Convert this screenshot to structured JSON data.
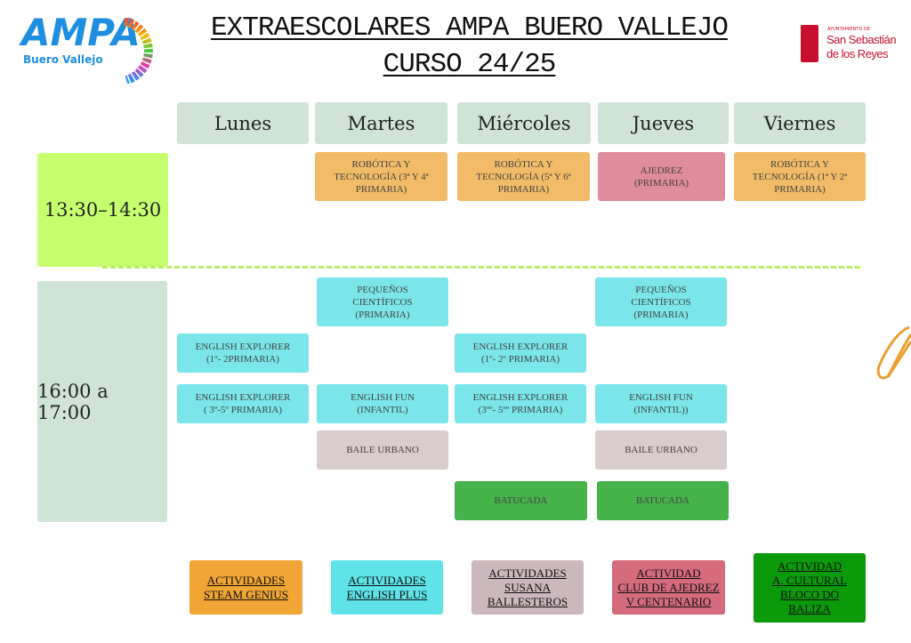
{
  "header": {
    "title": "EXTRAESCOLARES AMPA BUERO VALLEJO",
    "subtitle": "CURSO 24/25",
    "logo_left": "AMPA",
    "logo_left_sub": "Buero Vallejo",
    "logo_right_small": "AYUNTAMIENTO DE",
    "logo_right_line1": "San Sebastián",
    "logo_right_line2": "de los Reyes"
  },
  "days": [
    "Lunes",
    "Martes",
    "Miércoles",
    "Jueves",
    "Viernes"
  ],
  "times": [
    "13:30–14:30",
    "16:00 a 17:00"
  ],
  "activities": {
    "rob34": "ROBÓTICA Y\nTECNOLOGÍA (3ª Y 4ª\nPRIMARIA)",
    "rob56": "ROBÓTICA Y\nTECNOLOGÍA (5ª Y 6ª\nPRIMARIA)",
    "ajedrez": "AJEDREZ\n(PRIMARIA)",
    "rob12": "ROBÓTICA Y\nTECNOLOGÍA (1ª Y 2ª\nPRIMARIA)",
    "peq_mar": "PEQUEÑOS\nCIENTÍFICOS\n(PRIMARIA)",
    "peq_jue": "PEQUEÑOS\nCIENTÍFICOS\n(PRIMARIA)",
    "ee12_lun": "ENGLISH EXPLORER\n(1º- 2PRIMARIA)",
    "ee12_mie": "ENGLISH EXPLORER\n(1º- 2º PRIMARIA)",
    "ee35_lun": "ENGLISH EXPLORER\n( 3º-5º PRIMARIA)",
    "ef_mar": "ENGLISH FUN\n(INFANTIL)",
    "ee35_mie": "ENGLISH EXPLORER\n(3ºº- 5ºº PRIMARIA)",
    "ef_jue": "ENGLISH FUN\n(INFANTIL))",
    "baile_mar": "BAILE URBANO",
    "baile_jue": "BAILE URBANO",
    "batu_mie": "BATUCADA",
    "batu_jue": "BATUCADA"
  },
  "footer": [
    "ACTIVIDADES\nSTEAM GENIUS",
    "ACTIVIDADES\nENGLISH PLUS",
    "ACTIVIDADES\nSUSANA\nBALLESTEROS",
    "ACTIVIDAD\nCLUB DE AJEDREZ\nV CENTENARIO",
    "ACTIVIDAD\nA. CULTURAL\nBLOCO DO\nBALIZA"
  ],
  "colors": {
    "steam": "#f0a535",
    "english": "#5ee3e8",
    "susana": "#cbb8bc",
    "ajedrez": "#d56b7c",
    "bloco": "#0a9a0a"
  }
}
